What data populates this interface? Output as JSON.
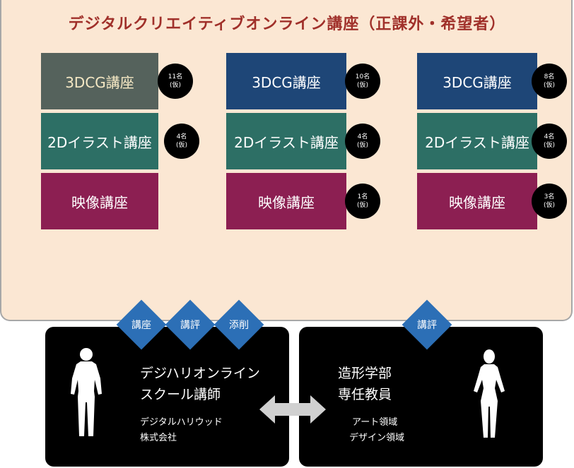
{
  "panel": {
    "title": "デジタルクリエイティブオンライン講座（正課外・希望者）",
    "columns": [
      {
        "courses": [
          {
            "label": "3DCG講座",
            "badge_count": "11名",
            "badge_note": "(仮)"
          },
          {
            "label": "2Dイラスト講座",
            "badge_count": "4名",
            "badge_note": "(仮)"
          },
          {
            "label": "映像講座"
          }
        ]
      },
      {
        "courses": [
          {
            "label": "3DCG講座",
            "badge_count": "10名",
            "badge_note": "(仮)"
          },
          {
            "label": "2Dイラスト講座",
            "badge_count": "4名",
            "badge_note": "(仮)"
          },
          {
            "label": "映像講座",
            "badge_count": "1名",
            "badge_note": "(仮)"
          }
        ]
      },
      {
        "courses": [
          {
            "label": "3DCG講座",
            "badge_count": "8名",
            "badge_note": "(仮)"
          },
          {
            "label": "2Dイラスト講座",
            "badge_count": "4名",
            "badge_note": "(仮)"
          },
          {
            "label": "映像講座",
            "badge_count": "3名",
            "badge_note": "(仮)"
          }
        ]
      }
    ]
  },
  "left_box": {
    "tags": [
      "講座",
      "講評",
      "添削"
    ],
    "name_line1": "デジハリオンライン",
    "name_line2": "スクール講師",
    "org_line1": "デジタルハリウッド",
    "org_line2": "株式会社"
  },
  "right_box": {
    "tags": [
      "講評"
    ],
    "name_line1": "造形学部",
    "name_line2": "専任教員",
    "field_line1": "アート領域",
    "field_line2": "デザイン領域"
  },
  "colors": {
    "panel_bg": "#fbe7d3",
    "title": "#a0302a",
    "course_3dcg_gray": "#55625c",
    "course_3dcg_blue": "#1e4677",
    "course_2d": "#2d6f65",
    "course_video": "#8c1f52",
    "tag_diamond": "#2c6fb6",
    "arrow": "#d0d0d0"
  }
}
